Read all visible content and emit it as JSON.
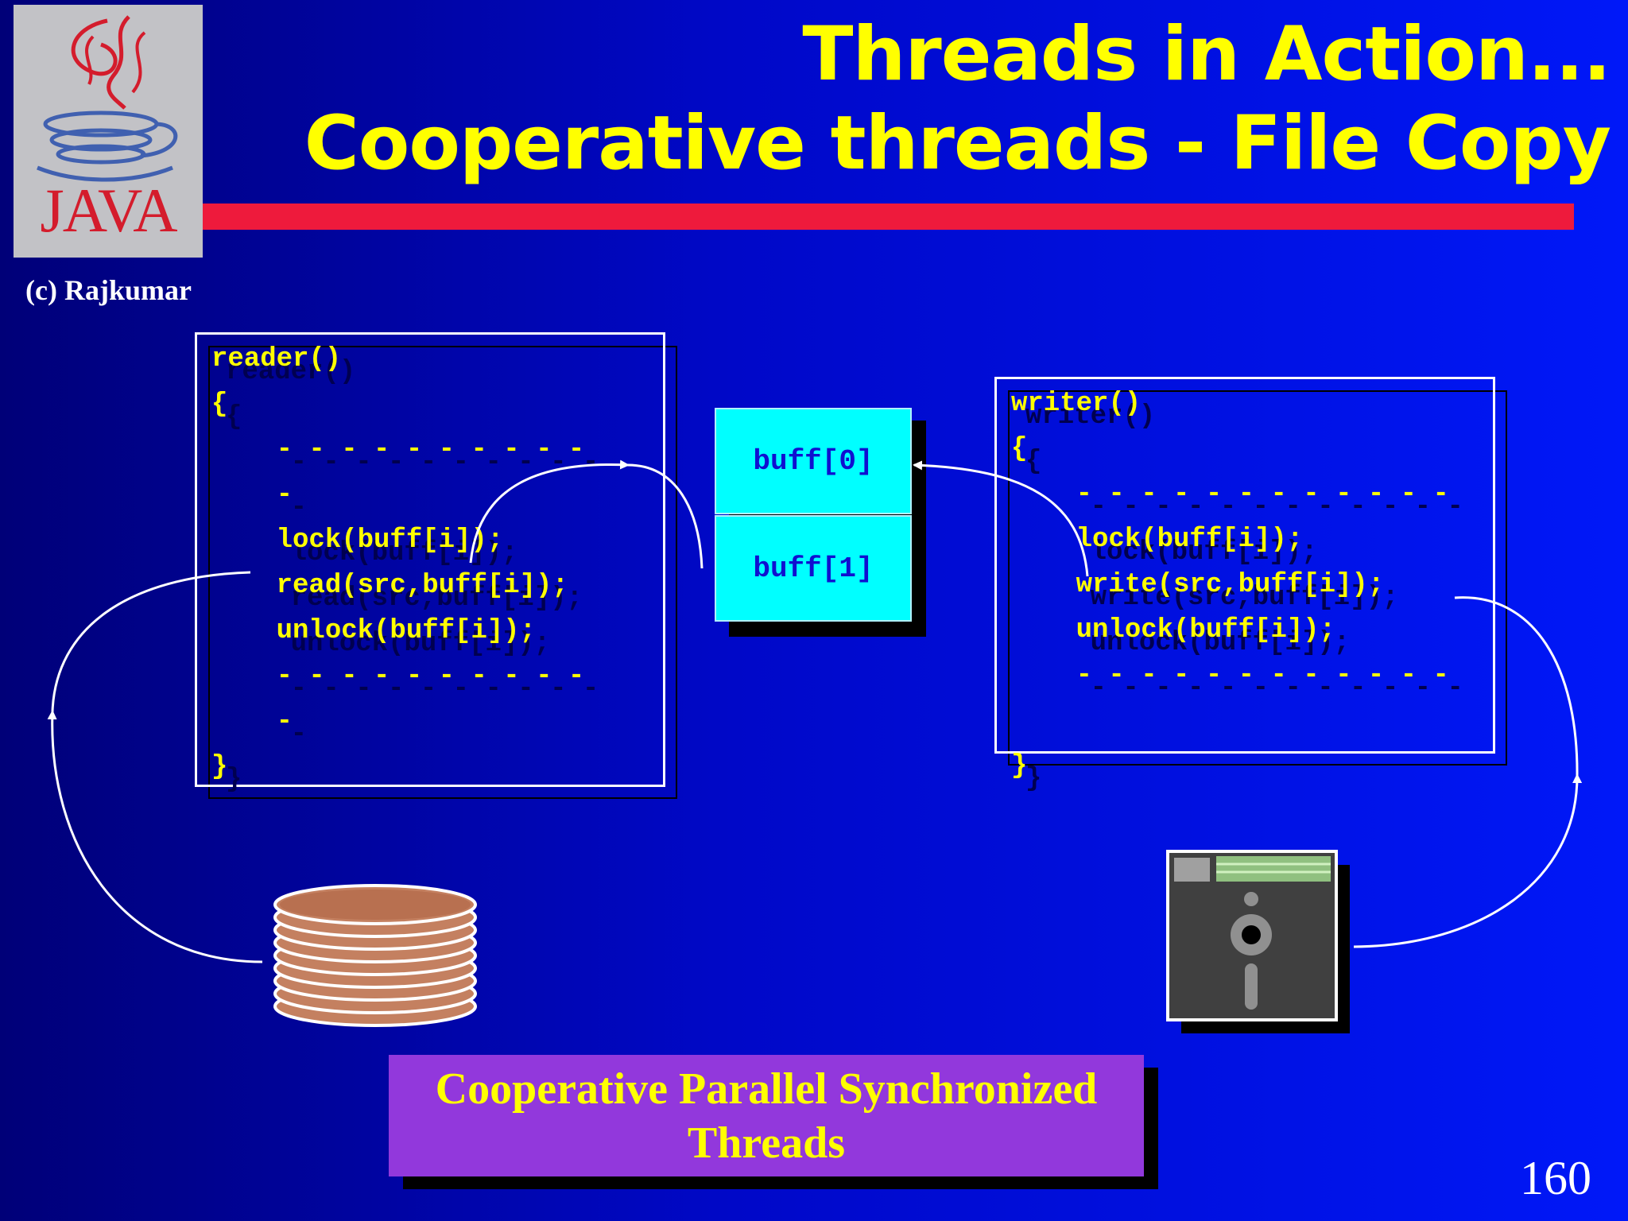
{
  "slide": {
    "title_line1": "Threads in Action...",
    "title_line2": "Cooperative threads - File Copy",
    "copyright": "(c) Rajkumar",
    "logo": {
      "icon": "java-coffee-cup-logo",
      "text": "JAVA"
    },
    "page_number": "160",
    "colors": {
      "background": "#0010e0",
      "title": "#ffff00",
      "rule": "#ee1a3c",
      "code": "#ffff00",
      "buffer": "#00ffff",
      "caption_bg": "#9238dc"
    }
  },
  "reader": {
    "line1": "reader()",
    "line2": "{",
    "line3": "    - - - - - - - - - -",
    "line4": "    -",
    "line5": "    lock(buff[i]);",
    "line6": "    read(src,buff[i]);",
    "line7": "    unlock(buff[i]);",
    "line8": "    - - - - - - - - - -",
    "line9": "    -",
    "line10": "}"
  },
  "writer": {
    "line1": "writer()",
    "line2": "{",
    "line3": "    - - - - - - - - - - - -",
    "line4": "    lock(buff[i]);",
    "line5": "    write(src,buff[i]);",
    "line6": "    unlock(buff[i]);",
    "line7": "    - - - - - - - - - - - -",
    "line8": "",
    "line9": "}"
  },
  "buffers": [
    "buff[0]",
    "buff[1]"
  ],
  "icons": {
    "source": "disk-stack-icon",
    "destination": "floppy-disk-icon"
  },
  "caption": {
    "line1": "Cooperative Parallel Synchronized",
    "line2": "Threads"
  }
}
